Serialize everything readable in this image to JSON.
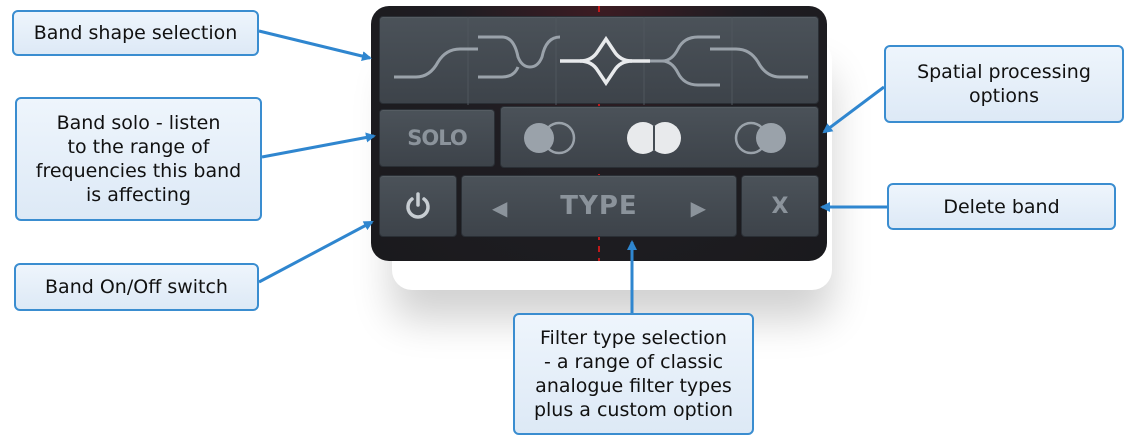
{
  "callouts": {
    "band_shape": "Band shape selection",
    "band_solo": "Band solo - listen\nto the range of\nfrequencies this band\nis affecting",
    "band_onoff": "Band On/Off switch",
    "spatial": "Spatial processing\noptions",
    "delete_band": "Delete band",
    "filter_type": "Filter type selection\n- a range of classic\nanalogue filter types\nplus a custom option"
  },
  "panel": {
    "solo_label": "SOLO",
    "type_label": "TYPE",
    "delete_label": "X",
    "shape_options": [
      "low-shelf-icon",
      "notch-icon",
      "bell-icon",
      "band-pass-icon",
      "high-shelf-icon"
    ],
    "selected_shape": "bell-icon",
    "spatial_options": [
      "left-icon",
      "stereo-icon",
      "right-icon"
    ],
    "selected_spatial": "stereo-icon",
    "icons": {
      "power": "power-icon",
      "prev": "triangle-left-icon",
      "next": "triangle-right-icon"
    },
    "colors": {
      "accent_line": "#d01a1a",
      "button_face": "#454c53",
      "icon_dim": "#8b939b",
      "icon_active": "#e8eaec",
      "callout_border": "#3a8dd0"
    }
  }
}
